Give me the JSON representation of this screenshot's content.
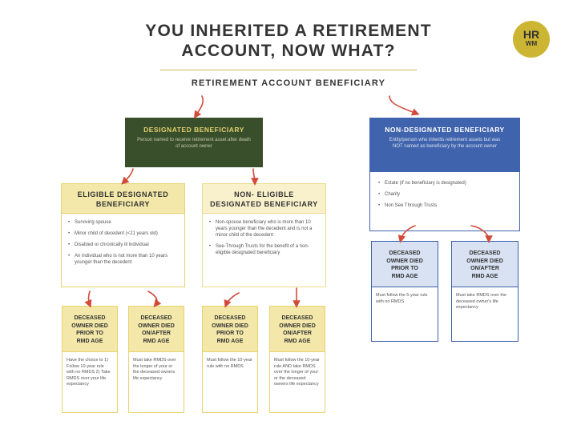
{
  "title": {
    "line1": "YOU INHERITED A RETIREMENT",
    "line2": "ACCOUNT, NOW WHAT?"
  },
  "logo": {
    "line1": "HR",
    "line2": "WM"
  },
  "root": "RETIREMENT ACCOUNT BENEFICIARY",
  "designated": {
    "heading": "DESIGNATED BENEFICIARY",
    "sub": "Person named to receive retirement asset after death of account owner"
  },
  "non_designated": {
    "heading": "NON-DESIGNATED BENEFICIARY",
    "sub": "Entity/person who inherits retirement assets but was NOT named as beneficiary by the account owner",
    "items": [
      "Estate (if no beneficiary is designated)",
      "Charity",
      "Non See Through Trusts"
    ]
  },
  "eligible": {
    "heading_1": "ELIGIBLE DESIGNATED",
    "heading_2": "BENEFICIARY",
    "items": [
      "Surviving spouse",
      "Minor child of decedent (<21 years old)",
      "Disabled or chronically ill individual",
      "An individual who is not more than 10 years younger than the decedent"
    ]
  },
  "non_eligible": {
    "heading_1": "NON- ELIGIBLE",
    "heading_2": "DESIGNATED BENEFICIARY",
    "items": [
      "Non-spouse beneficiary who is more than 10 years younger than the decedent and is not a minor child of the decedent",
      "See-Through Trusts for the benefit of a non-eligible designated beneficiary"
    ]
  },
  "leaves": {
    "prior_label": [
      "DECEASED",
      "OWNER DIED",
      "PRIOR TO",
      "RMD AGE"
    ],
    "after_label": [
      "DECEASED",
      "OWNER DIED",
      "ON/AFTER",
      "RMD AGE"
    ],
    "eligible_prior": "Have the choice to 1) Follow 10-year rule with no RMDS 2) Take RMDS over your life expectancy",
    "eligible_after": "Must take RMDS over the longer of your or the deceased owners life expectancy",
    "non_eligible_prior": "Must follow the 10-year rule with no RMDS",
    "non_eligible_after": "Must follow the 10-year rule AND take RMDS over the longer of your or the deceased owners life expectancy",
    "non_designated_prior": "Must follow the 5-year rule with no RMDS",
    "non_designated_after": "Must take RMDS over the deceased owner's life expectancy"
  },
  "colors": {
    "designated_fill": "#394f2c",
    "designated_text": "#e2cf6d",
    "non_designated_fill": "#3f63ac",
    "eligible_fill": "#f3e8a9",
    "leaf_blue_fill": "#d8e2f2",
    "arrow": "#d24b3a",
    "logo": "#cdb534"
  }
}
